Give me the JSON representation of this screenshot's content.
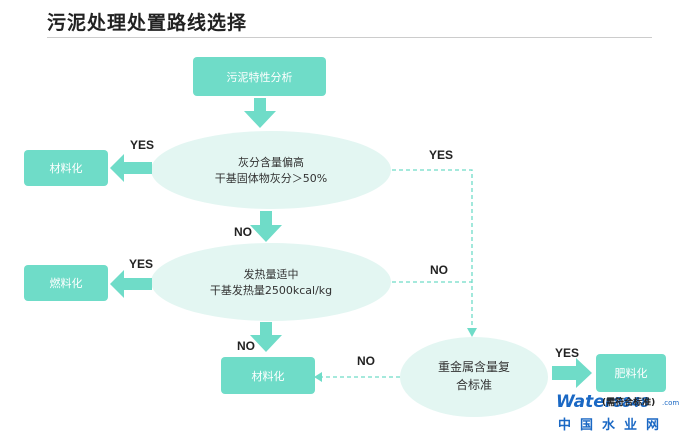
{
  "title": "污泥处理处置路线选择",
  "colors": {
    "box_fill": "#6fdcc8",
    "oval_fill": "#e3f6f2",
    "arrow_fill": "#6fdcc8",
    "dash": "#6fdcc8",
    "watermark": "#1a68c4"
  },
  "nodes": {
    "start": "污泥特性分析",
    "decision1": {
      "line1": "灰分含量偏高",
      "line2": "干基固体物灰分＞50%"
    },
    "decision2": {
      "line1": "发热量适中",
      "line2": "干基发热量2500kcal/kg"
    },
    "decision3": {
      "line1": "重金属含量复",
      "line2": "合标准"
    },
    "out1": "材料化",
    "out2": "燃料化",
    "out3": "材料化",
    "out4": "肥料化"
  },
  "labels": {
    "yes1": "YES",
    "yes1_dash": "YES",
    "no1": "NO",
    "yes2": "YES",
    "no2_dash": "NO",
    "no3": "NO",
    "no4_dash": "NO",
    "yes4": "YES"
  },
  "watermark": {
    "word": "Water",
    "digits": "8848",
    "sub": "(需符合标准)",
    "com": ".com",
    "cn": "中国水业网"
  }
}
